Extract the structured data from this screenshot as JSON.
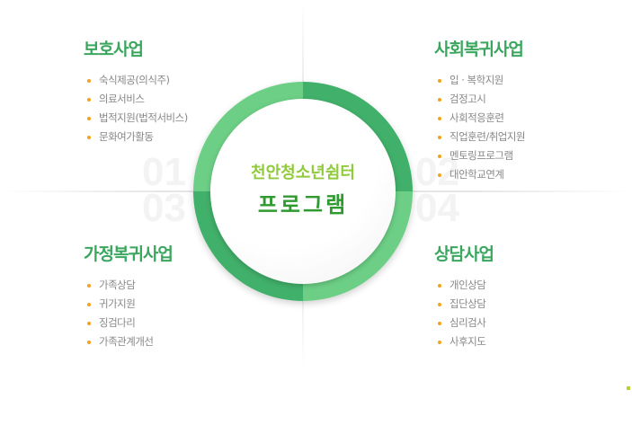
{
  "center": {
    "line1": "천안청소년쉼터",
    "line2": "프로그램"
  },
  "watermarks": [
    "01",
    "02",
    "03",
    "04"
  ],
  "sections": [
    {
      "title": "보호사업",
      "items": [
        "숙식제공(의식주)",
        "의료서비스",
        "법적지원(법적서비스)",
        "문화여가활동"
      ]
    },
    {
      "title": "사회복귀사업",
      "items": [
        "입 · 복학지원",
        "검정고시",
        "사회적응훈련",
        "직업훈련/취업지원",
        "멘토링프로그램",
        "대안학교연계"
      ]
    },
    {
      "title": "가정복귀사업",
      "items": [
        "가족상담",
        "귀가지원",
        "징검다리",
        "가족관계개선"
      ]
    },
    {
      "title": "상담사업",
      "items": [
        "개인상담",
        "집단상담",
        "심리검사",
        "사후지도"
      ]
    }
  ],
  "colors": {
    "title": "#3aa65e",
    "bullet": "#f5a21e",
    "ring_dark": "#41b06a",
    "ring_light": "#6ccf85"
  }
}
